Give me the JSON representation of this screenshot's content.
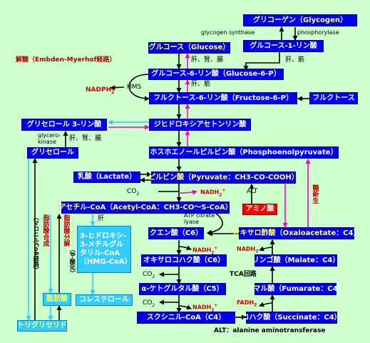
{
  "boxes": {
    "glycogen": "グリコーゲン（Glycogen）",
    "glucose1p": "グルコース-1-リン酸",
    "glucose": "グルコース（Glucose）",
    "glucose6p": "グルコース-6-リン酸（Glucose-6-P）",
    "fructose6p": "フルクトース-6-リン酸（Fructose-6-P）",
    "fructose": "フルクトース",
    "glycerol3p": "グリセロール 3-リン酸",
    "dhap": "ジヒドロキシアセトンリン酸",
    "glycerol": "グリセロール",
    "pep": "ホスホエノールピルビン酸（Phosphoenolpyruvate）",
    "lactate": "乳酸（Lactate）",
    "pyruvate": "ピルビン酸（Pyruvate：CH3-CO-COOH）",
    "acetylcoa": "アセチル-CoA（Acetyl-CoA：CH3-CO～S-CoA）",
    "amino": "アミノ酸",
    "citrate": "クエン酸（C6）",
    "oxaloacetate": "オキサロ酢酸（Oxaloacetate：C4）",
    "oxalosuccinate": "オキサロコハク酸（C6）",
    "malate": "リンゴ酸（Malate：C4）",
    "akg": "α-ケトグルタル酸（C5）",
    "fumarate": "フマル酸（Fumarate：C4）",
    "succinylcoa": "スクシニル-CoA（C4）",
    "succinate": "コハク酸（Succinate：C4）",
    "hmgcoa": "3-ヒドロキシ-\n3-メチルグル\nタリル-CoA\n（HMG-CoA）",
    "fattyacid": "脂肪酸",
    "cholesterol": "コレステロール",
    "triglyceride": "トリグリセリド"
  },
  "labels": {
    "glycogen_synthase": "glycogen synthase",
    "phosphorylase": "phosphorylase",
    "liver_muscle": "肝、筋",
    "glycolysis": "解糖（Embden-Myerhof経路）",
    "liver_kidney_gut": "肝、腎、腸",
    "liver_muscle2": "肝、筋",
    "hms": "HMS",
    "nadph": "NADPH",
    "nadph_sup": "+",
    "nadph_sub": "2",
    "glycerokinase": "glycero-\nkinase",
    "liver_kidney_gut2": "肝、腎、腸",
    "co2_1": "CO",
    "co2_sub": "2",
    "nadh2_1": "NADH",
    "nadh_sub": "2",
    "nadh_sup": "+",
    "alt": "ALT",
    "gluconeogenesis": "糖新生",
    "liver": "肝",
    "atp_citrate_lyase": "ATP citrate\nlyase",
    "nadh2_2": "NADH",
    "nadh2_3": "NADH",
    "co2_2": "CO",
    "tca": "TCA回路",
    "co2_3": "CO",
    "nadh2_4": "NADH",
    "fadh2": "FADH",
    "alt_def": "ALT：alanine aminotransferase",
    "fa_synthesis": "脂肪酸合成",
    "malonyl_pathway": "（マロニルCoA経路）",
    "fa_degradation": "脂肪酸分解",
    "beta_oxidation": "（β-酸化）"
  },
  "colors": {
    "background": "#ccffcc",
    "box_blue": "#0000ee",
    "box_red": "#ff0000",
    "box_cyan": "#33ccff",
    "arrow_black": "#000000",
    "arrow_magenta": "#ff00cc",
    "arrow_cyan": "#33ccff",
    "highlight_yellow": "#ffff66"
  }
}
